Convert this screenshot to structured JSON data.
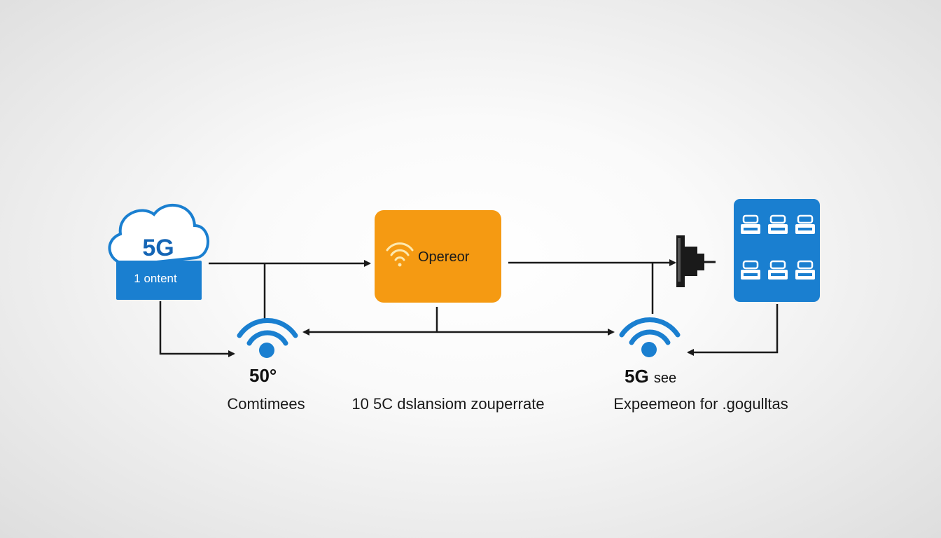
{
  "colors": {
    "blue": "#1a7fd0",
    "blue_dark": "#1565b5",
    "orange": "#f59a12",
    "line": "#1a1a1a",
    "text": "#111111"
  },
  "cloud": {
    "title": "5G",
    "label": "1 ontent",
    "icon": "cloud-icon"
  },
  "operator": {
    "label": "Operеor",
    "icon": "wifi-icon"
  },
  "devices": {
    "icon": "device-grid-icon",
    "count": 6
  },
  "antenna": {
    "icon": "antenna-icon"
  },
  "left_node": {
    "icon": "wifi-icon",
    "label": "50°",
    "caption": "Comtimees"
  },
  "right_node": {
    "icon": "wifi-icon",
    "label_main": "5G",
    "label_suffix": "see",
    "caption": "Expeemeon for .gogulltas"
  },
  "center_caption": "10 5C dslansiom zouperrate"
}
